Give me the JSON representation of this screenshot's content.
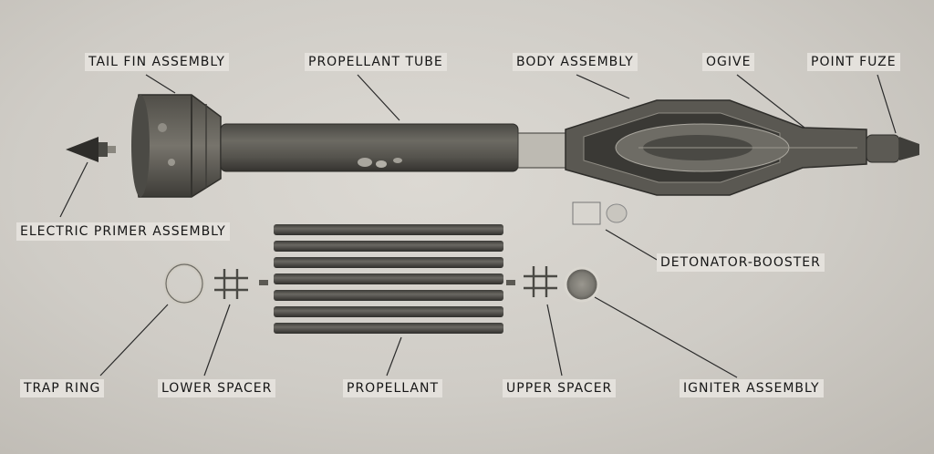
{
  "labels": {
    "tail_fin_assembly": "TAIL FIN ASSEMBLY",
    "propellant_tube": "PROPELLANT TUBE",
    "body_assembly": "BODY ASSEMBLY",
    "ogive": "OGIVE",
    "point_fuze": "POINT FUZE",
    "electric_primer_assembly": "ELECTRIC PRIMER ASSEMBLY",
    "detonator_booster": "DETONATOR-BOOSTER",
    "trap_ring": "TRAP RING",
    "lower_spacer": "LOWER SPACER",
    "propellant": "PROPELLANT",
    "upper_spacer": "UPPER SPACER",
    "igniter_assembly": "IGNITER ASSEMBLY"
  },
  "colors": {
    "background": "#cfccc6",
    "metal_dark": "#3a3a36",
    "metal_mid": "#5f5e58",
    "metal_light": "#8d8b84",
    "leader_line": "#2a2a2a"
  }
}
